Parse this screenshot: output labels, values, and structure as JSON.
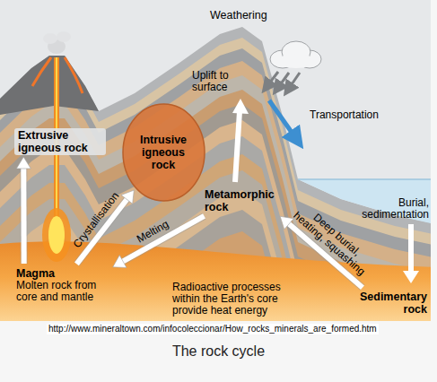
{
  "diagram": {
    "caption": "The rock cycle",
    "nodes": [
      {
        "text": [
          "Extrusive igneous rock"
        ]
      },
      {
        "text": [
          "Intrusive igneous rock"
        ]
      },
      {
        "text": [
          "Metamorphic rock"
        ]
      },
      {
        "text": [
          "Magma",
          "Molten rock from core and mantle"
        ]
      },
      {
        "text": [
          "Sedimentary rock"
        ]
      }
    ],
    "edges": [
      {
        "from": 3,
        "to": 0,
        "arrow": "to"
      },
      {
        "from": 3,
        "to": 1,
        "label": "Crystallisation",
        "arrow": "to"
      },
      {
        "from": 2,
        "to": 3,
        "label": "Melting",
        "arrow": "to"
      },
      {
        "from": 4,
        "to": 2,
        "label": "Deep burial, heating, squashing",
        "arrow": "to"
      }
    ],
    "labels": [
      "Weathering",
      "Uplift to surface",
      "Transportation",
      "Burial, sedimentation",
      "Radioactive processes within the Earth's core provide heat energy",
      "http://www.mineraltown.com/infocoleccionar/How_rocks_minerals_are_formed.htm"
    ]
  }
}
